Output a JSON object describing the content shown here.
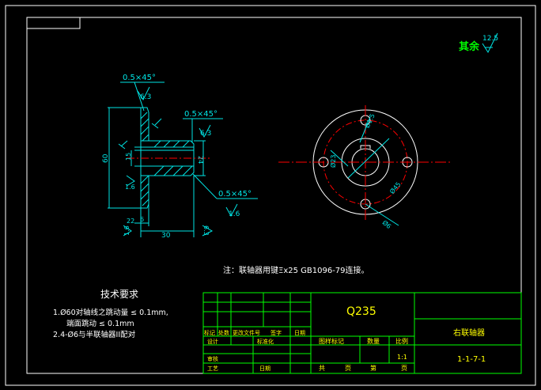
{
  "colors": {
    "background": "#000000",
    "frame": "#ffffff",
    "part_outline": "#00e5e5",
    "dimension": "#00e5e5",
    "center_line": "#ff0000",
    "title_block": "#00ff00",
    "annotation_text": "#ffffff",
    "title_block_text": "#ffff00",
    "roughness_note": "#00ff00"
  },
  "roughness_note": {
    "label": "其余",
    "value": "12.5"
  },
  "side_view": {
    "chamfers": [
      "0.5×45°",
      "0.5×45°",
      "0.5×45°"
    ],
    "roughness": [
      "6.3",
      "6.3",
      "1.6",
      "1.6",
      "6.3",
      "1.6"
    ],
    "dimensions": [
      "60",
      "24",
      "15",
      "30",
      "6",
      "22"
    ],
    "edge_marks": [
      "6.3"
    ]
  },
  "front_view": {
    "dimensions": [
      "Ø1.5",
      "Ø23",
      "Ø6",
      "Ø45"
    ]
  },
  "note": "注：联轴器用键Ξx25  GB1096-79连接。",
  "tech_requirements": {
    "title": "技术要求",
    "items": [
      "1.Ø60对轴线之跳动量 ≤ 0.1mm,",
      "端面跳动  ≤  0.1mm",
      "2.4-Ø6与半联轴器II配对"
    ]
  },
  "title_block": {
    "material": "Q235",
    "part_name": "右联轴器",
    "drawing_number": "1-1-7-1",
    "header_row": [
      "标记",
      "处数",
      "更改文件号",
      "签字",
      "日期"
    ],
    "row_labels": [
      "设计",
      "标准化",
      "审核",
      "工艺",
      "日期"
    ],
    "stage_row": [
      "图样标记",
      "数量",
      "比例"
    ],
    "scale": "1:1",
    "sheet_row": [
      "共",
      "页",
      "第",
      "页"
    ]
  }
}
